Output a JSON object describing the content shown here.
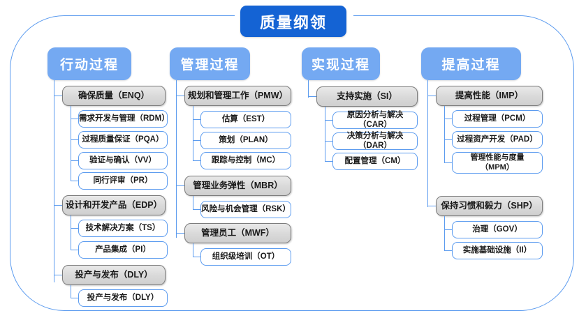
{
  "diagram": {
    "type": "hierarchy-tree",
    "root": {
      "label": "质量纲领"
    },
    "colors": {
      "root_fill": "#1463D4",
      "column_header_fill": "#74A9F2",
      "group_fill": "#DCDCDC",
      "group_border": "#7C7C7C",
      "leaf_border": "#5B9BEF",
      "connector": "#5B9BEF",
      "frame_border": "#5B9BEF",
      "background": "#FFFFFF"
    },
    "columns": [
      {
        "header": "行动过程",
        "groups": [
          {
            "label": "确保质量（ENQ）",
            "children": [
              "需求开发与管理（RDM）",
              "过程质量保证（PQA）",
              "验证与确认（VV）",
              "同行评审（PR）"
            ]
          },
          {
            "label": "设计和开发产品（EDP）",
            "children": [
              "技术解决方案（TS）",
              "产品集成（PI）"
            ]
          },
          {
            "label": "投产与发布（DLY）",
            "children": [
              "投产与发布（DLY）"
            ]
          }
        ]
      },
      {
        "header": "管理过程",
        "groups": [
          {
            "label": "规划和管理工作（PMW）",
            "children": [
              "估算（EST）",
              "策划（PLAN）",
              "跟踪与控制（MC）"
            ]
          },
          {
            "label": "管理业务弹性（MBR）",
            "children": [
              "风险与机会管理（RSK）"
            ]
          },
          {
            "label": "管理员工（MWF）",
            "children": [
              "组织级培训（OT）"
            ]
          }
        ]
      },
      {
        "header": "实现过程",
        "groups": [
          {
            "label": "支持实施（SI）",
            "children": [
              "原因分析与解决（CAR）",
              "决策分析与解决（DAR）",
              "配置管理（CM）"
            ]
          }
        ]
      },
      {
        "header": "提高过程",
        "groups": [
          {
            "label": "提高性能（IMP）",
            "children": [
              "过程管理（PCM）",
              "过程资产开发（PAD）",
              "管理性能与度量\n（MPM）"
            ]
          },
          {
            "label": "保持习惯和毅力（SHP）",
            "children": [
              "治理（GOV）",
              "实施基础设施（II）"
            ]
          }
        ]
      }
    ]
  }
}
